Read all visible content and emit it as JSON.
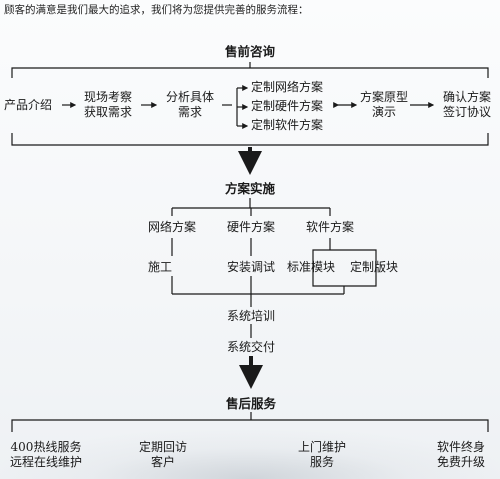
{
  "intro_text": "顾客的满意是我们最大的追求，我们将为您提供完善的服务流程：",
  "sections": {
    "presales": "售前咨询",
    "implementation": "方案实施",
    "aftersales": "售后服务"
  },
  "presales_steps": {
    "product_intro": "产品介绍",
    "site_survey": [
      "现场考察",
      "获取需求"
    ],
    "analysis": [
      "分析具体",
      "需求"
    ],
    "custom_items": [
      "定制网络方案",
      "定制硬件方案",
      "定制软件方案"
    ],
    "prototype": [
      "方案原型",
      "演示"
    ],
    "confirm": [
      "确认方案",
      "签订协议"
    ]
  },
  "implementation_steps": {
    "network_plan": "网络方案",
    "hardware_plan": "硬件方案",
    "software_plan": "软件方案",
    "construction": "施工",
    "install_debug": "安装调试",
    "standard_module": "标准模块",
    "custom_version": "定制版块",
    "training": "系统培训",
    "delivery": "系统交付"
  },
  "aftersales_steps": {
    "hotline": [
      "400热线服务",
      "远程在线维护"
    ],
    "visit": [
      "定期回访",
      "客户"
    ],
    "onsite": [
      "上门维护",
      "服务"
    ],
    "upgrade": [
      "软件终身",
      "免费升级"
    ]
  },
  "colors": {
    "line": "#1a1a1a",
    "text": "#1a1a1a"
  }
}
